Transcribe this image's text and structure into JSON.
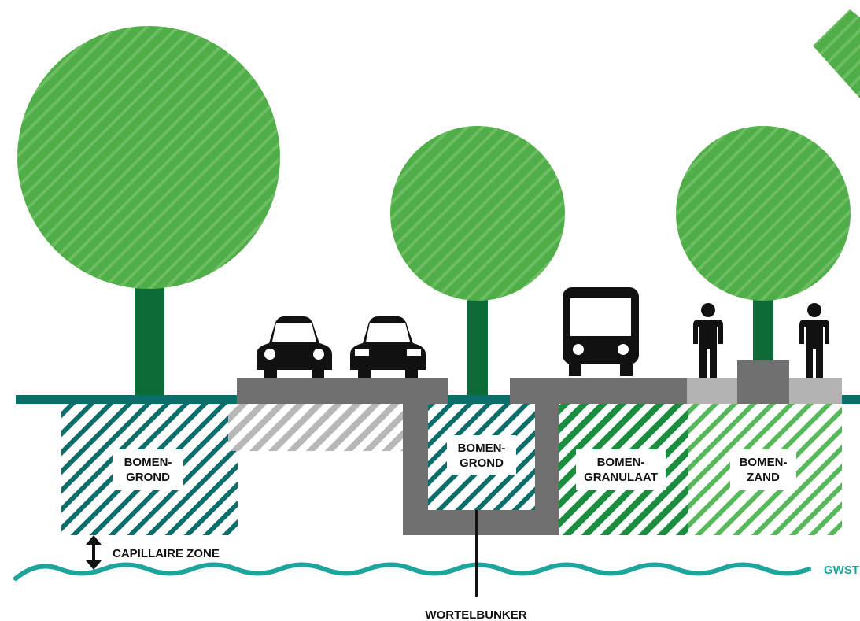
{
  "labels": {
    "zone1_line1": "BOMEN-",
    "zone1_line2": "GROND",
    "zone2_line1": "BOMEN-",
    "zone2_line2": "GROND",
    "zone3_line1": "BOMEN-",
    "zone3_line2": "GRANULAAT",
    "zone4_line1": "BOMEN-",
    "zone4_line2": "ZAND",
    "capillary": "CAPILLAIRE ZONE",
    "groundwater": "GWST",
    "bunker": "WORTELBUNKER"
  },
  "colors": {
    "foliage": "#4fae47",
    "trunk": "#0d6b3a",
    "ground_line": "#0a6e6a",
    "water": "#1ea49a",
    "pavement": "#6f6f6f",
    "sidewalk": "#b3b3b3",
    "hatch_dark": "#0a6e6a",
    "hatch_green": "#1a8e3e",
    "hatch_light": "#55b85a",
    "icon": "#111111"
  },
  "icons": [
    "car-icon",
    "car-icon",
    "bus-icon",
    "person-icon",
    "person-icon",
    "double-arrow-icon"
  ]
}
